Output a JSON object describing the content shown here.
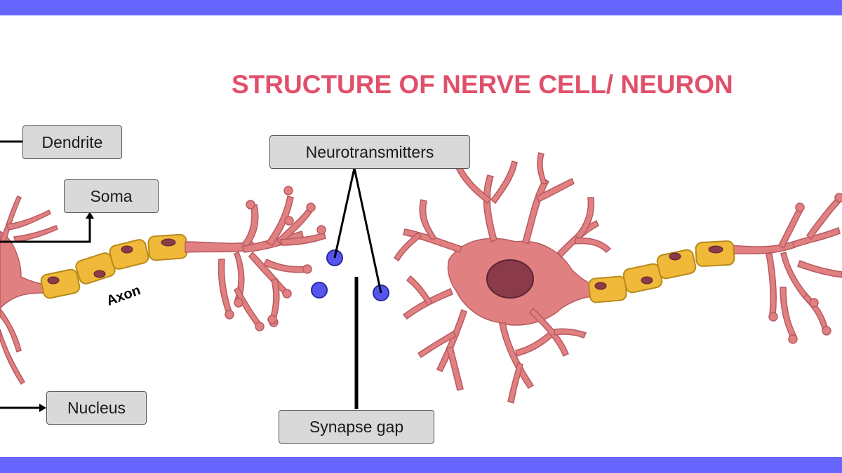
{
  "title": "STRUCTURE OF NERVE CELL/ NEURON",
  "labels": {
    "dendrite": "Dendrite",
    "soma": "Soma",
    "nucleus": "Nucleus",
    "neurotransmitters": "Neurotransmitters",
    "synapse_gap": "Synapse gap",
    "axon": "Axon"
  },
  "colors": {
    "band": "#6666ff",
    "title": "#e0506a",
    "cell_body": "#e08080",
    "cell_outline": "#b85a62",
    "nucleus": "#8b3a4a",
    "myelin": "#f0b93a",
    "myelin_outline": "#b88a1a",
    "neurotransmitter": "#5555ee"
  }
}
